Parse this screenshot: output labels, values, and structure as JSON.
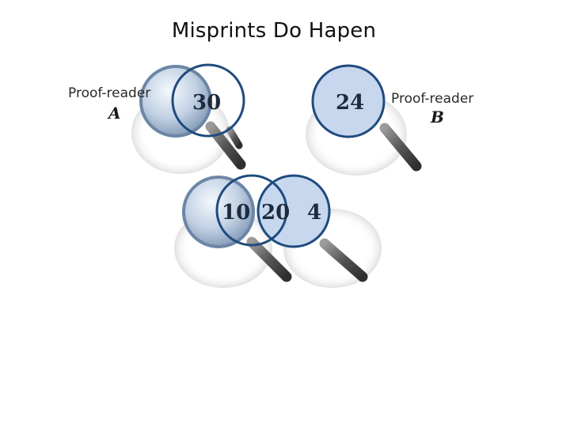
{
  "title": "Misprints Do Hapen",
  "reader_a": {
    "label": "Proof-reader",
    "letter": "A",
    "count": "30"
  },
  "reader_b": {
    "label": "Proof-reader",
    "letter": "B",
    "count": "24"
  },
  "combined": {
    "only_a": "10",
    "both": "20",
    "only_b": "4"
  },
  "colors": {
    "ring": "#1f4b7e",
    "lens_b_fill": "#c7d7ee",
    "handle": "#6a6a6a"
  }
}
